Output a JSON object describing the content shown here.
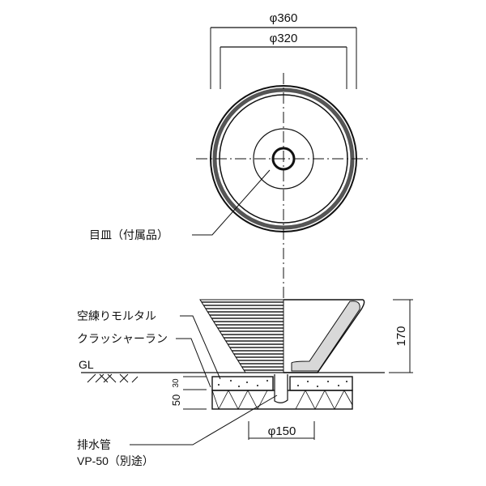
{
  "top_view": {
    "dim_outer": "φ360",
    "dim_inner": "φ320",
    "drain_cover_label": "目皿（付属品）"
  },
  "side_view": {
    "mortar_label": "空練りモルタル",
    "crusher_run_label": "クラッシャーラン",
    "ground_label": "GL",
    "height_dim": "170",
    "crusher_dim": "50",
    "mortar_dim": "30",
    "base_dim": "φ150",
    "drain_pipe_label": "排水管",
    "drain_pipe_spec": "VP-50（別途）"
  },
  "colors": {
    "line": "#111111",
    "glaze": "#d8d8d8"
  }
}
